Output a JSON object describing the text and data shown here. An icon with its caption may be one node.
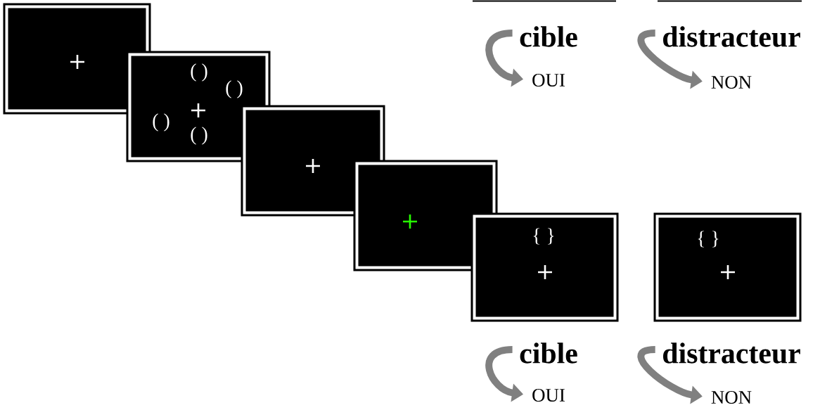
{
  "diagram": {
    "nodes": [
      {
        "text": [
          "cible"
        ]
      },
      {
        "text": [
          "OUI"
        ]
      },
      {
        "text": [
          "distracteur"
        ]
      },
      {
        "text": [
          "NON"
        ]
      },
      {
        "text": [
          "+"
        ]
      },
      {
        "text": [
          "( )",
          "( )",
          "+",
          "( )",
          "( )"
        ]
      },
      {
        "text": [
          "+"
        ]
      },
      {
        "text": [
          "+"
        ]
      },
      {
        "text": [
          "{ }",
          "+"
        ]
      },
      {
        "text": [
          "{ }",
          "+"
        ]
      },
      {
        "text": [
          "cible"
        ]
      },
      {
        "text": [
          "OUI"
        ]
      },
      {
        "text": [
          "distracteur"
        ]
      },
      {
        "text": [
          "NON"
        ]
      }
    ],
    "edges": [
      {
        "from": 0,
        "to": 1,
        "arrow": "to"
      },
      {
        "from": 2,
        "to": 3,
        "arrow": "to"
      },
      {
        "from": 10,
        "to": 11,
        "arrow": "to"
      },
      {
        "from": 12,
        "to": 13,
        "arrow": "to"
      }
    ]
  }
}
